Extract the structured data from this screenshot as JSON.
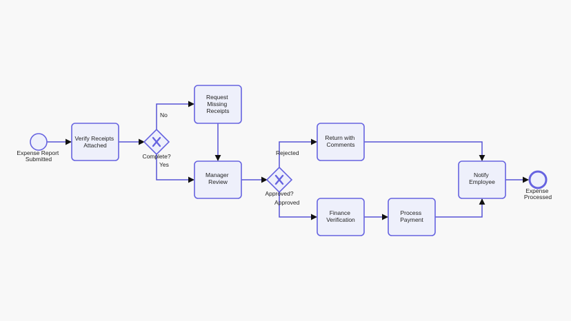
{
  "diagram": {
    "colors": {
      "stroke": "#6663e0",
      "fill": "#eef0fb",
      "background": "#f8f8f8",
      "text": "#222222"
    },
    "events": {
      "start": {
        "label_lines": [
          "Expense Report",
          "Submitted"
        ]
      },
      "end": {
        "label_lines": [
          "Expense",
          "Processed"
        ]
      }
    },
    "tasks": {
      "verify": {
        "label_lines": [
          "Verify Receipts",
          "Attached"
        ]
      },
      "request": {
        "label_lines": [
          "Request",
          "Missing",
          "Receipts"
        ]
      },
      "manager": {
        "label_lines": [
          "Manager",
          "Review"
        ]
      },
      "return_comments": {
        "label_lines": [
          "Return with",
          "Comments"
        ]
      },
      "finance": {
        "label_lines": [
          "Finance",
          "Verification"
        ]
      },
      "payment": {
        "label_lines": [
          "Process",
          "Payment"
        ]
      },
      "notify": {
        "label_lines": [
          "Notify",
          "Employee"
        ]
      }
    },
    "gateways": {
      "complete": {
        "label": "Complete?"
      },
      "approved": {
        "label": "Approved?"
      }
    },
    "flow_labels": {
      "no": "No",
      "yes": "Yes",
      "rejected": "Rejected",
      "approved": "Approved"
    }
  }
}
